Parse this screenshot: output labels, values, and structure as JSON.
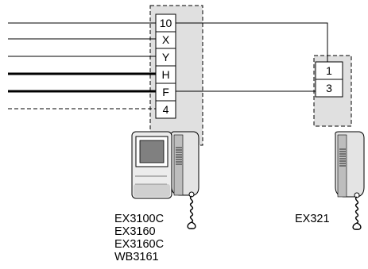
{
  "main_unit": {
    "terminals": [
      "10",
      "X",
      "Y",
      "H",
      "F",
      "4"
    ],
    "models": [
      "EX3100C",
      "EX3160",
      "EX3160C",
      "WB3161"
    ]
  },
  "extension_unit": {
    "terminals": [
      "1",
      "3"
    ],
    "model": "EX321"
  },
  "colors": {
    "line": "#000000",
    "panel_fill": "#e0e0e0",
    "device_body": "#ececec",
    "device_shade": "#bdbdbd",
    "screen": "#808080"
  }
}
